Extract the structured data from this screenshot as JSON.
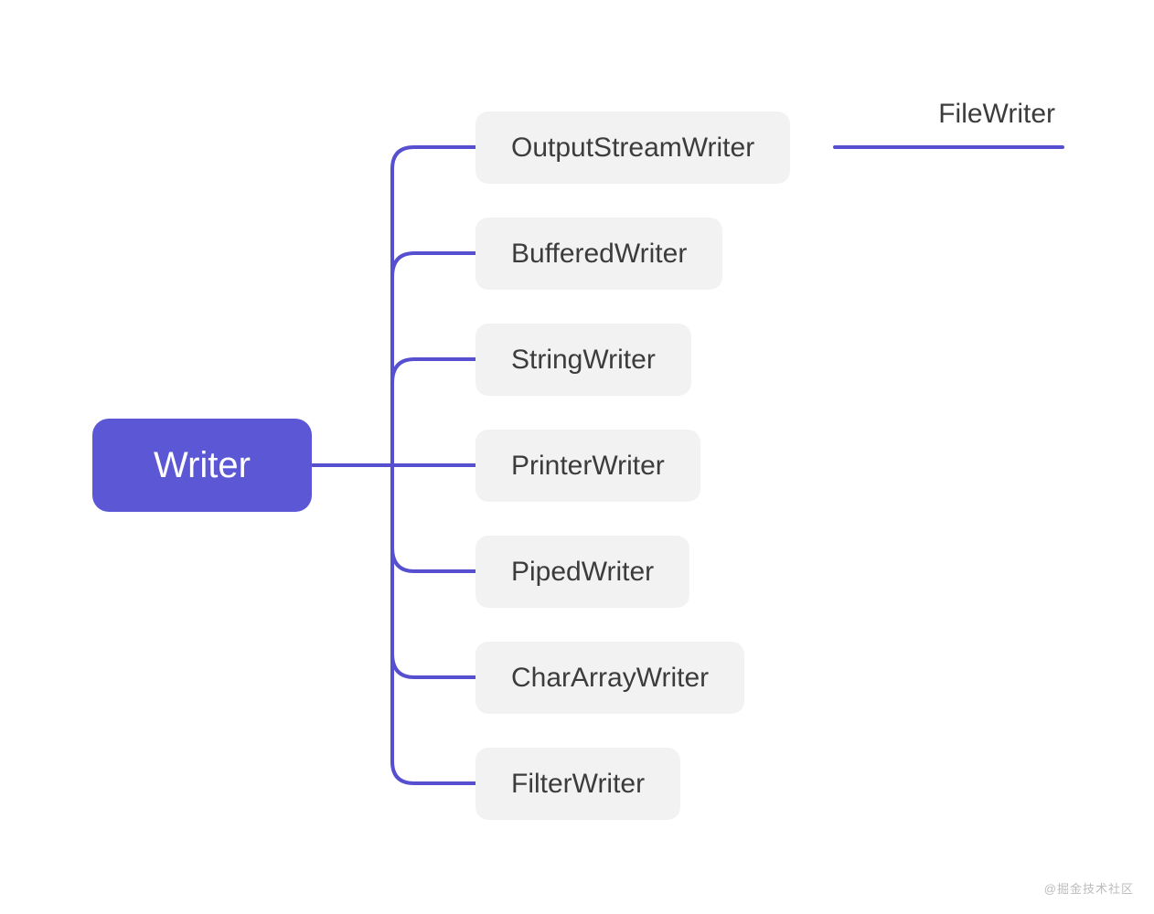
{
  "diagram": {
    "root": {
      "label": "Writer"
    },
    "children": [
      {
        "label": "OutputStreamWriter",
        "children": [
          {
            "label": "FileWriter"
          }
        ]
      },
      {
        "label": "BufferedWriter"
      },
      {
        "label": "StringWriter"
      },
      {
        "label": "PrinterWriter"
      },
      {
        "label": "PipedWriter"
      },
      {
        "label": "CharArrayWriter"
      },
      {
        "label": "FilterWriter"
      }
    ],
    "colors": {
      "root_fill": "#5B57D5",
      "connector": "#564FD0",
      "child_fill": "#F2F2F2",
      "child_text": "#3C3C3C"
    }
  },
  "watermark": {
    "text": "@掘金技术社区"
  }
}
